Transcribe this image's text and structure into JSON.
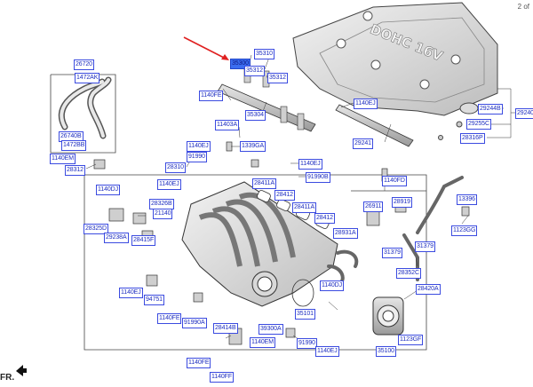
{
  "page_indicator": "2 of",
  "front_label": "FR.",
  "cover_text": "DOHC 16V",
  "colors": {
    "label_text": "#1d2dc0",
    "label_border": "#3b4be0",
    "highlight": "#3b6df0",
    "pointer": "#e02020",
    "line": "#333333"
  },
  "highlighted_part": "35300",
  "parts": [
    "26720",
    "1472AK",
    "26740B",
    "1472BB",
    "1140EM",
    "28312",
    "35310",
    "35300",
    "35312",
    "35312",
    "1140FE",
    "35304",
    "11403A",
    "1140EJ",
    "29244B",
    "29240",
    "29255C",
    "28316P",
    "29241",
    "1140EJ",
    "91990",
    "1339GA",
    "1140EJ",
    "28310",
    "91990B",
    "1140EJ",
    "1140DJ",
    "28326B",
    "21140",
    "28325D",
    "29238A",
    "28415F",
    "28411A",
    "28412",
    "28411A",
    "28412",
    "28931A",
    "1140FD",
    "26911",
    "28919",
    "13396",
    "1123GG",
    "31379",
    "31379",
    "28352C",
    "28420A",
    "1140EJ",
    "94751",
    "1140FE",
    "91990A",
    "1140DJ",
    "35101",
    "28414B",
    "39300A",
    "1140EM",
    "91990",
    "1140EJ",
    "1140FE",
    "1140FF",
    "35100",
    "1123GF"
  ]
}
